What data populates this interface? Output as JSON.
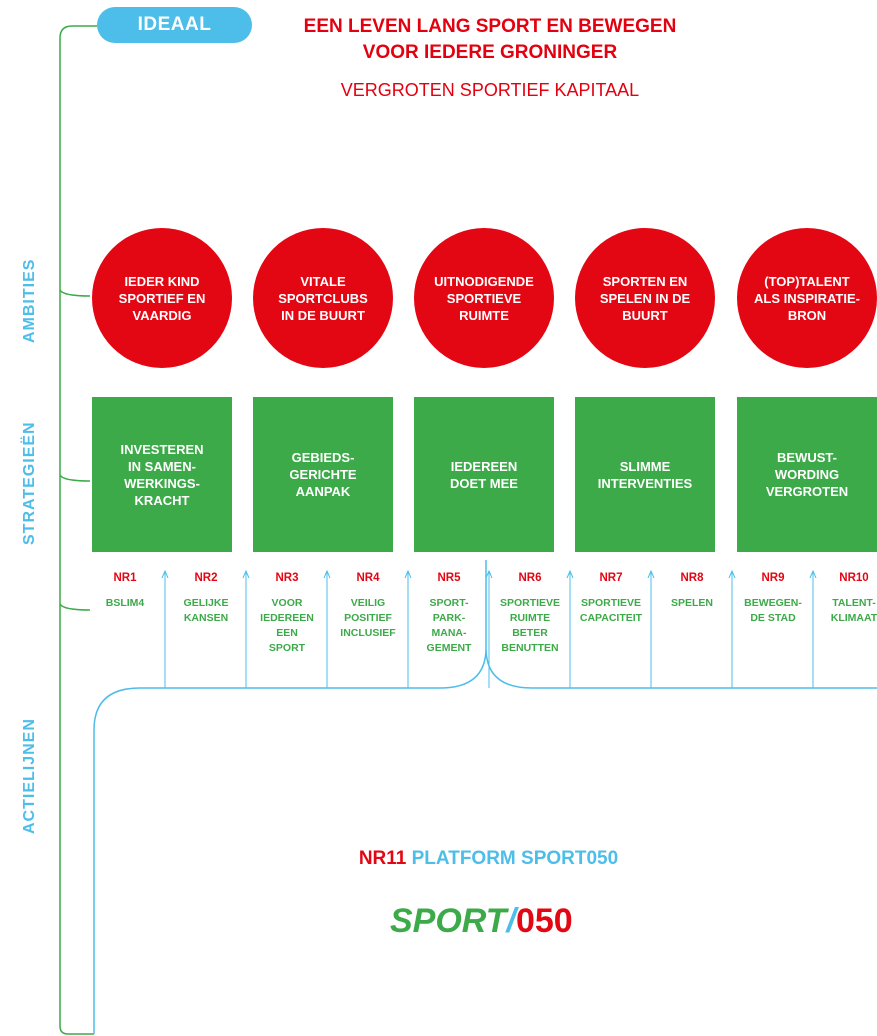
{
  "ideal": {
    "pill": "IDEAAL",
    "title_line1": "EEN LEVEN LANG SPORT EN BEWEGEN",
    "title_line2": "VOOR IEDERE GRONINGER",
    "subtitle": "VERGROTEN SPORTIEF KAPITAAL"
  },
  "side_labels": {
    "ambities": "AMBITIES",
    "strategieen": "STRATEGIEËN",
    "actielijnen": "ACTIELIJNEN"
  },
  "ambitions": [
    [
      "IEDER KIND",
      "SPORTIEF EN",
      "VAARDIG"
    ],
    [
      "VITALE",
      "SPORTCLUBS",
      "IN DE BUURT"
    ],
    [
      "UITNODIGENDE",
      "SPORTIEVE",
      "RUIMTE"
    ],
    [
      "SPORTEN EN",
      "SPELEN IN DE",
      "BUURT"
    ],
    [
      "(TOP)TALENT",
      "ALS INSPIRATIE-",
      "BRON"
    ]
  ],
  "strategies": [
    [
      "INVESTEREN",
      "IN SAMEN-",
      "WERKINGS-",
      "KRACHT"
    ],
    [
      "GEBIEDS-",
      "GERICHTE",
      "AANPAK"
    ],
    [
      "IEDEREEN",
      "DOET MEE"
    ],
    [
      "SLIMME",
      "INTERVENTIES"
    ],
    [
      "BEWUST-",
      "WORDING",
      "VERGROTEN"
    ]
  ],
  "action_lines": [
    {
      "nr": "NR1",
      "label": [
        "BSLIM4"
      ]
    },
    {
      "nr": "NR2",
      "label": [
        "GELIJKE",
        "KANSEN"
      ]
    },
    {
      "nr": "NR3",
      "label": [
        "VOOR",
        "IEDEREEN",
        "EEN",
        "SPORT"
      ]
    },
    {
      "nr": "NR4",
      "label": [
        "VEILIG",
        "POSITIEF",
        "INCLUSIEF"
      ]
    },
    {
      "nr": "NR5",
      "label": [
        "SPORT-",
        "PARK-",
        "MANA-",
        "GEMENT"
      ]
    },
    {
      "nr": "NR6",
      "label": [
        "SPORTIEVE",
        "RUIMTE",
        "BETER",
        "BENUTTEN"
      ]
    },
    {
      "nr": "NR7",
      "label": [
        "SPORTIEVE",
        "CAPACITEIT"
      ]
    },
    {
      "nr": "NR8",
      "label": [
        "SPELEN"
      ]
    },
    {
      "nr": "NR9",
      "label": [
        "BEWEGEN-",
        "DE STAD"
      ]
    },
    {
      "nr": "NR10",
      "label": [
        "TALENT-",
        "KLIMAAT"
      ]
    }
  ],
  "platform": {
    "nr": "NR11",
    "name": "PLATFORM SPORT050",
    "logo_word": "SPORT",
    "logo_slash": "/",
    "logo_number": "050"
  },
  "colors": {
    "red": "#e30613",
    "green": "#3daa49",
    "blue": "#4dbde9"
  }
}
